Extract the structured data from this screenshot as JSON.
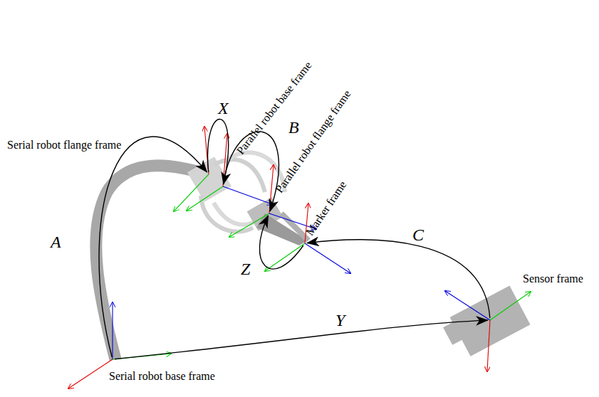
{
  "diagram": {
    "nodes": [
      {
        "text": [
          "Serial robot flange frame"
        ]
      },
      {
        "text": [
          "Parallel robot base frame"
        ]
      },
      {
        "text": [
          "Parallel robot flange frame"
        ]
      },
      {
        "text": [
          "Marker frame"
        ]
      },
      {
        "text": [
          "Sensor frame"
        ]
      },
      {
        "text": [
          "Serial robot base frame"
        ]
      }
    ],
    "edges": [
      {
        "from": 5,
        "to": 0,
        "label": "A",
        "arrow": "to"
      },
      {
        "from": 0,
        "to": 1,
        "label": "X",
        "arrow": "to"
      },
      {
        "from": 1,
        "to": 2,
        "label": "B",
        "arrow": "to"
      },
      {
        "from": 3,
        "to": 2,
        "label": "Z",
        "arrow": "to"
      },
      {
        "from": 4,
        "to": 3,
        "label": "C",
        "arrow": "to"
      },
      {
        "from": 5,
        "to": 4,
        "label": "Y",
        "arrow": "to"
      }
    ]
  }
}
